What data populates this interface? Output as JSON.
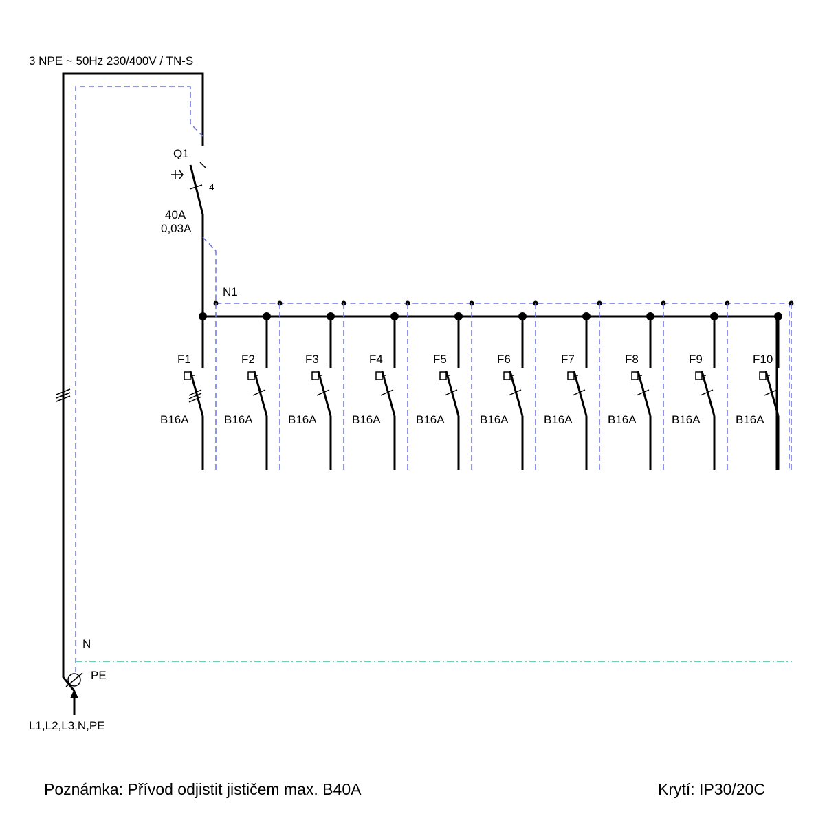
{
  "supply_label": "3 NPE ~ 50Hz  230/400V / TN-S",
  "main_breaker": {
    "tag": "Q1",
    "poles": "4",
    "rating": "40A",
    "residual_current": "0,03A"
  },
  "neutral_bus_label": "N1",
  "n_label": "N",
  "pe_label": "PE",
  "feed_label": "L1,L2,L3,N,PE",
  "breakers": [
    {
      "tag": "F1",
      "rating": "B16A",
      "phases": 3
    },
    {
      "tag": "F2",
      "rating": "B16A",
      "phases": 1
    },
    {
      "tag": "F3",
      "rating": "B16A",
      "phases": 1
    },
    {
      "tag": "F4",
      "rating": "B16A",
      "phases": 1
    },
    {
      "tag": "F5",
      "rating": "B16A",
      "phases": 1
    },
    {
      "tag": "F6",
      "rating": "B16A",
      "phases": 1
    },
    {
      "tag": "F7",
      "rating": "B16A",
      "phases": 1
    },
    {
      "tag": "F8",
      "rating": "B16A",
      "phases": 1
    },
    {
      "tag": "F9",
      "rating": "B16A",
      "phases": 1
    },
    {
      "tag": "F10",
      "rating": "B16A",
      "phases": 1
    }
  ],
  "footer": {
    "note": "Poznámka: Přívod odjistit jističem max. B40A",
    "protection": "Krytí: IP30/20C"
  },
  "colors": {
    "line": "#000000",
    "neutral": "#6b72e8",
    "protective_earth": "#3cbf8a"
  }
}
